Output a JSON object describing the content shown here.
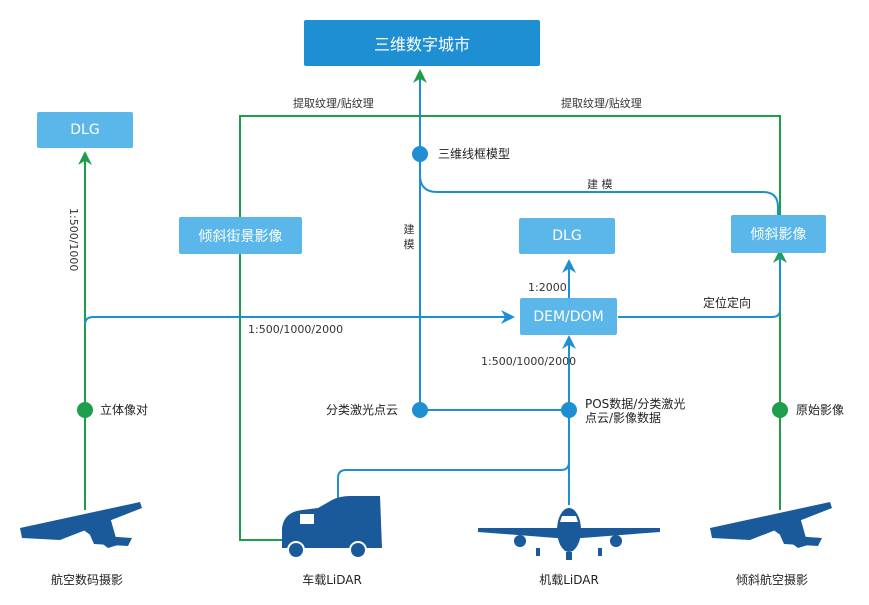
{
  "colors": {
    "green": "#1e9e4a",
    "blue": "#1f8fd3",
    "light_blue": "#5bb6ea",
    "dark_blue": "#1b5a9a"
  },
  "boxes": {
    "city": "三维数字城市",
    "dlg_left": "DLG",
    "dlg_mid": "DLG",
    "oblique_street": "倾斜街景影像",
    "oblique_image": "倾斜影像",
    "dem_dom": "DEM/DOM"
  },
  "labels": {
    "texture_left": "提取纹理/贴纹理",
    "texture_right": "提取纹理/贴纹理",
    "wireframe": "三维线框模型",
    "model_h": "建 模",
    "model_v": "建模",
    "scale_left": "1:500/1000",
    "scale_2000": "1:2000",
    "scale_mid": "1:500/1000/2000",
    "scale_low": "1:500/1000/2000",
    "positioning": "定位定向",
    "stereo": "立体像对",
    "classified": "分类激光点云",
    "pos_data": "POS数据/分类激光\n点云/影像数据",
    "raw_image": "原始影像"
  },
  "platforms": [
    "航空数码摄影",
    "车载LiDAR",
    "机载LiDAR",
    "倾斜航空摄影"
  ],
  "icons": [
    "airplane-icon",
    "van-icon",
    "jet-icon",
    "airplane-icon"
  ]
}
